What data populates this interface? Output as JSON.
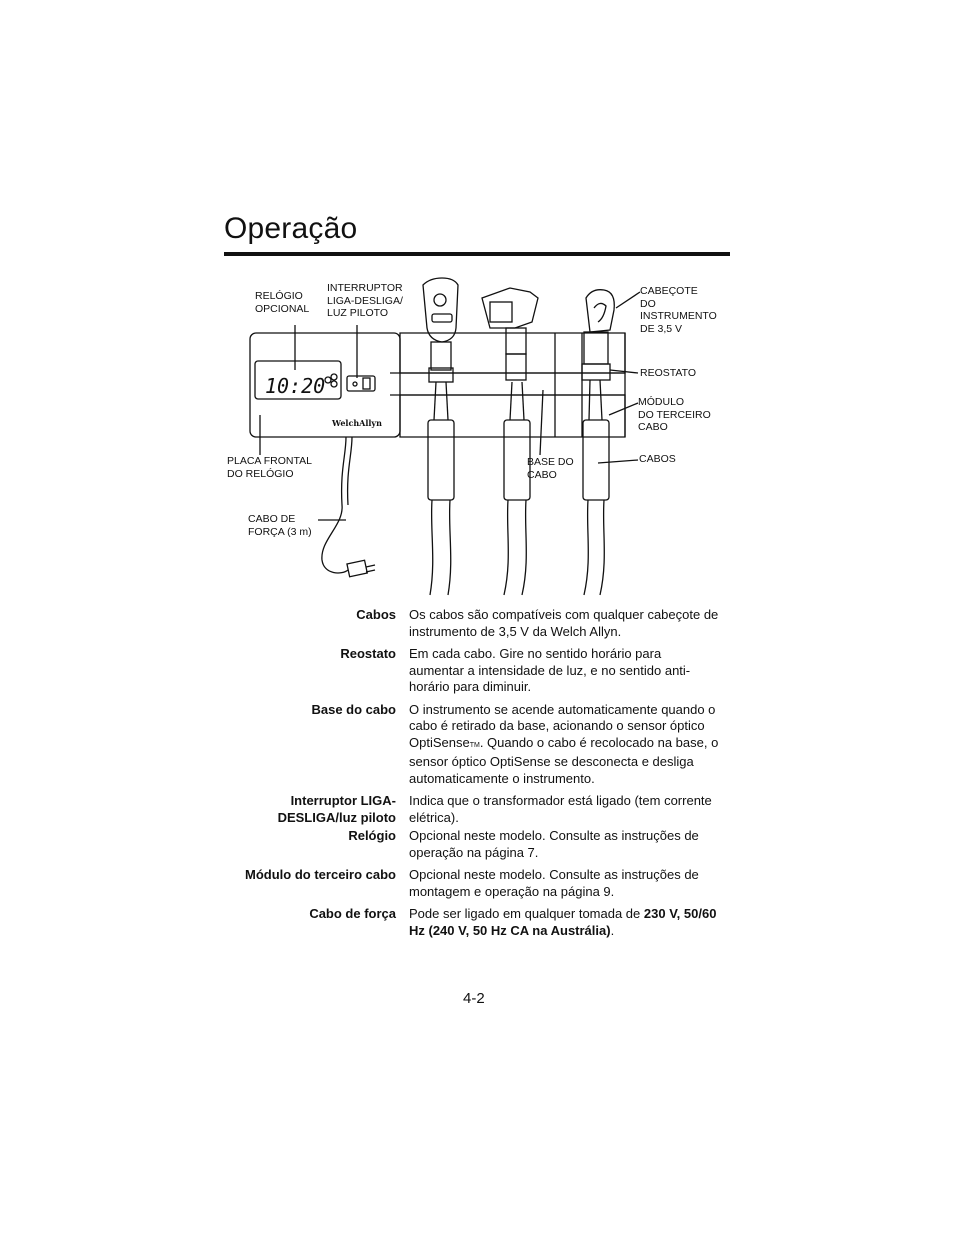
{
  "page": {
    "title": "Operação",
    "page_number": "4-2"
  },
  "figure": {
    "clock_display": "10:20",
    "brand": "WelchAllyn",
    "labels": {
      "relogio_opcional": [
        "RELÓGIO",
        "OPCIONAL"
      ],
      "interruptor": [
        "INTERRUPTOR",
        "LIGA-DESLIGA/",
        "LUZ PILOTO"
      ],
      "cabecote": [
        "CABEÇOTE",
        "DO",
        "INSTRUMENTO",
        "DE 3,5 V"
      ],
      "reostato": [
        "REOSTATO"
      ],
      "modulo": [
        "MÓDULO",
        "DO TERCEIRO",
        "CABO"
      ],
      "placa": [
        "PLACA FRONTAL",
        "DO RELÓGIO"
      ],
      "base": [
        "BASE DO",
        "CABO"
      ],
      "cabos": [
        "CABOS"
      ],
      "cabo_forca": [
        "CABO DE",
        "FORÇA (3 m)"
      ]
    }
  },
  "definitions": [
    {
      "term": "Cabos",
      "desc": "Os cabos são compatíveis com qualquer cabeçote de instrumento de 3,5 V da Welch Allyn."
    },
    {
      "term": "Reostato",
      "desc": "Em cada cabo. Gire no sentido horário para aumentar a intensidade de luz, e no sentido anti-horário para diminuir."
    },
    {
      "term": "Base do cabo",
      "desc_a": "O instrumento se acende automaticamente quando o cabo é retirado da base, acionando o sensor óptico OptiSense",
      "tm": "TM",
      "desc_b": ". Quando o cabo é recolocado na base, o sensor óptico OptiSense se desconecta e desliga automaticamente o instrumento."
    },
    {
      "term": "Interruptor LIGA-DESLIGA/luz piloto",
      "desc": "Indica que o transformador está ligado (tem corrente elétrica)."
    },
    {
      "term": "Relógio",
      "desc": "Opcional neste modelo. Consulte as instruções de operação na página 7."
    },
    {
      "term": "Módulo do terceiro cabo",
      "desc": "Opcional neste modelo. Consulte as instruções de montagem e operação na página 9."
    },
    {
      "term": "Cabo de força",
      "desc_a": "Pode ser ligado em qualquer tomada de ",
      "bold": "230 V, 50/60 Hz (240 V, 50 Hz CA na Austrália)",
      "desc_b": "."
    }
  ]
}
